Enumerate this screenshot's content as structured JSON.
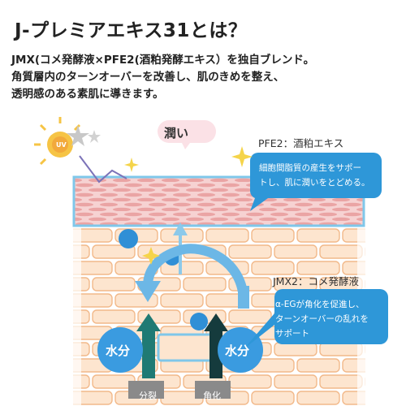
{
  "header": {
    "title": "J-プレミアエキス31とは？",
    "description_lines": [
      "JMX(コメ発酵液×PFE2(酒粕発酵エキス）を独自ブレンド。",
      "角質層内のターンオーバーを改善し、肌のきめを整え、",
      "透明感のある素肌に導きます。"
    ]
  },
  "diagram": {
    "uv_label": "UV",
    "moisture_label": "潤い",
    "pfe2": {
      "label": "PFE2：酒粕エキス",
      "bubble_lines": [
        "細胞間脂質の産生をサポー",
        "トし、肌に潤いをとどめる。"
      ]
    },
    "jmx2": {
      "label": "JMX2：コメ発酵液",
      "bubble_lines": [
        "α-EGが角化を促進し、",
        "ターンオーバーの乱れを",
        "サポート"
      ]
    },
    "water_left": "水分",
    "water_right": "水分",
    "tag_division": "分裂",
    "tag_keratinization": "角化"
  },
  "colors": {
    "bubble_blue": "#2e97d8",
    "water_blue": "#3a9be0",
    "frame_blue": "#7fc7ea",
    "skin_pink": "#f6d2d2",
    "cell_orange": "#fde5cf",
    "cell_border": "#f2b98a",
    "arrow_teal": "#1f7a74",
    "tag_gray": "#8a8a8a",
    "sparkle_yellow": "#f5d44a"
  }
}
